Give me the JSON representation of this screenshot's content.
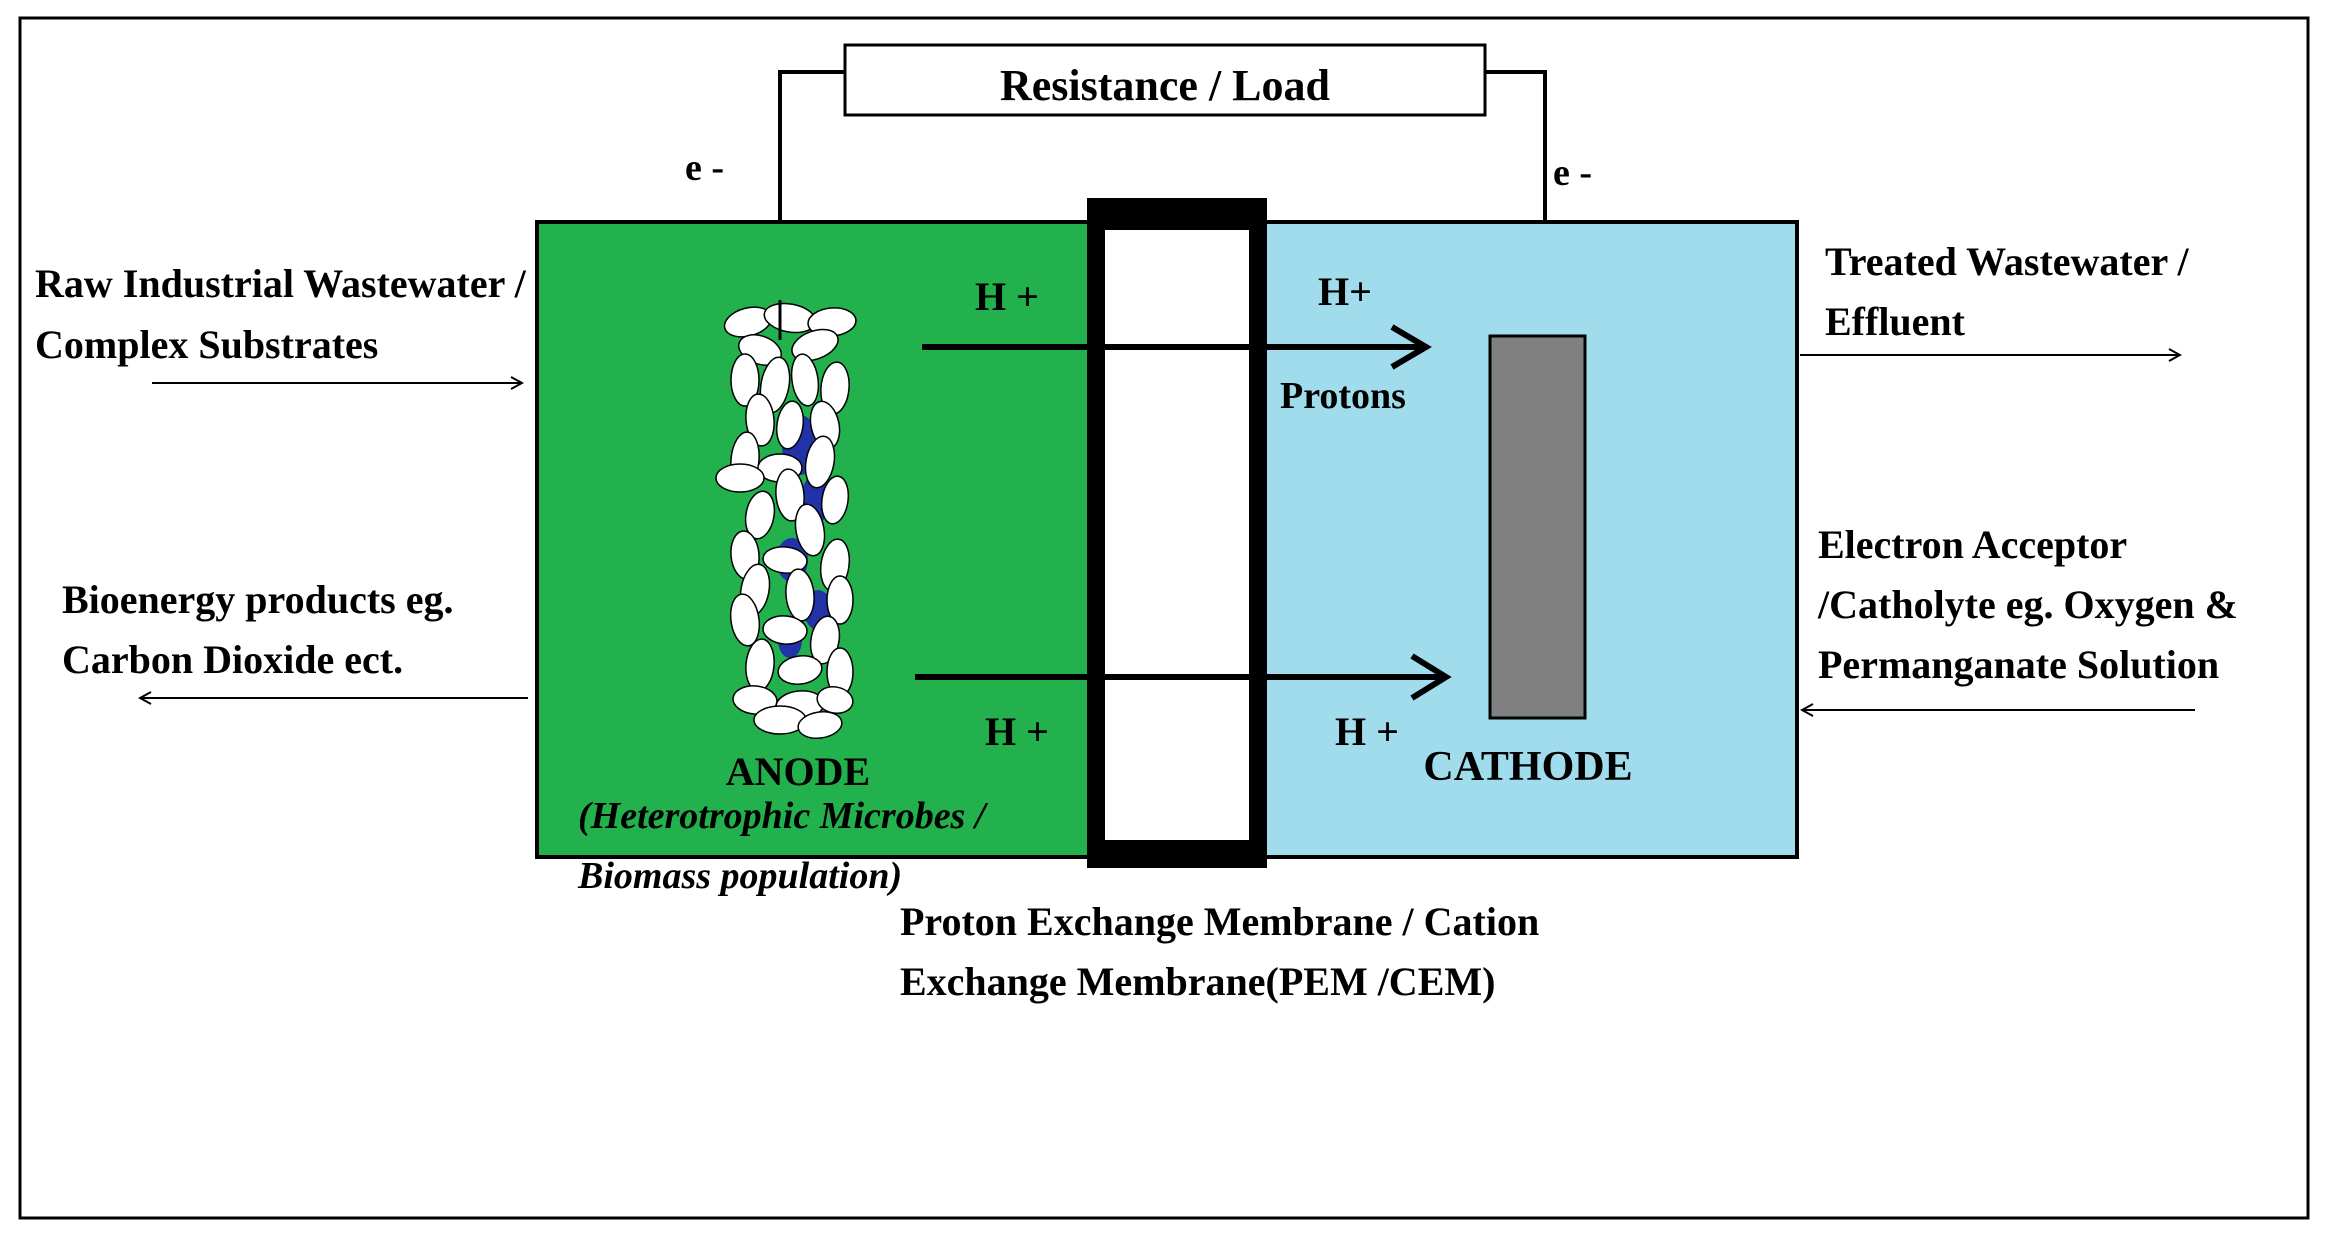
{
  "colors": {
    "anode_chamber": "#22b14c",
    "cathode_chamber": "#a1dcec",
    "cathode_electrode": "#808080",
    "membrane": "#000000",
    "biofilm_accent": "#2233aa",
    "frame": "#000000"
  },
  "load_label": "Resistance / Load",
  "electron_left": "e -",
  "electron_right": "e -",
  "inputs": {
    "raw_wastewater": [
      "Raw Industrial Wastewater /",
      "Complex Substrates"
    ],
    "bioenergy": [
      "Bioenergy products eg.",
      "Carbon Dioxide ect."
    ],
    "treated": [
      "Treated Wastewater /",
      "Effluent"
    ],
    "acceptor": [
      "Electron Acceptor",
      "/Catholyte eg. Oxygen &",
      "Permanganate Solution"
    ]
  },
  "protons": {
    "h_anode_top": "H +",
    "h_cathode_top": "H+",
    "protons_label": "Protons",
    "h_anode_bottom": "H +",
    "h_cathode_bottom": "H +"
  },
  "anode": {
    "label": "ANODE",
    "sub_line1": "(Heterotrophic Microbes /",
    "sub_line2": "Biomass population)"
  },
  "cathode": {
    "label": "CATHODE"
  },
  "membrane": {
    "line1": "Proton Exchange Membrane / Cation",
    "line2": "Exchange Membrane(PEM /CEM)"
  }
}
